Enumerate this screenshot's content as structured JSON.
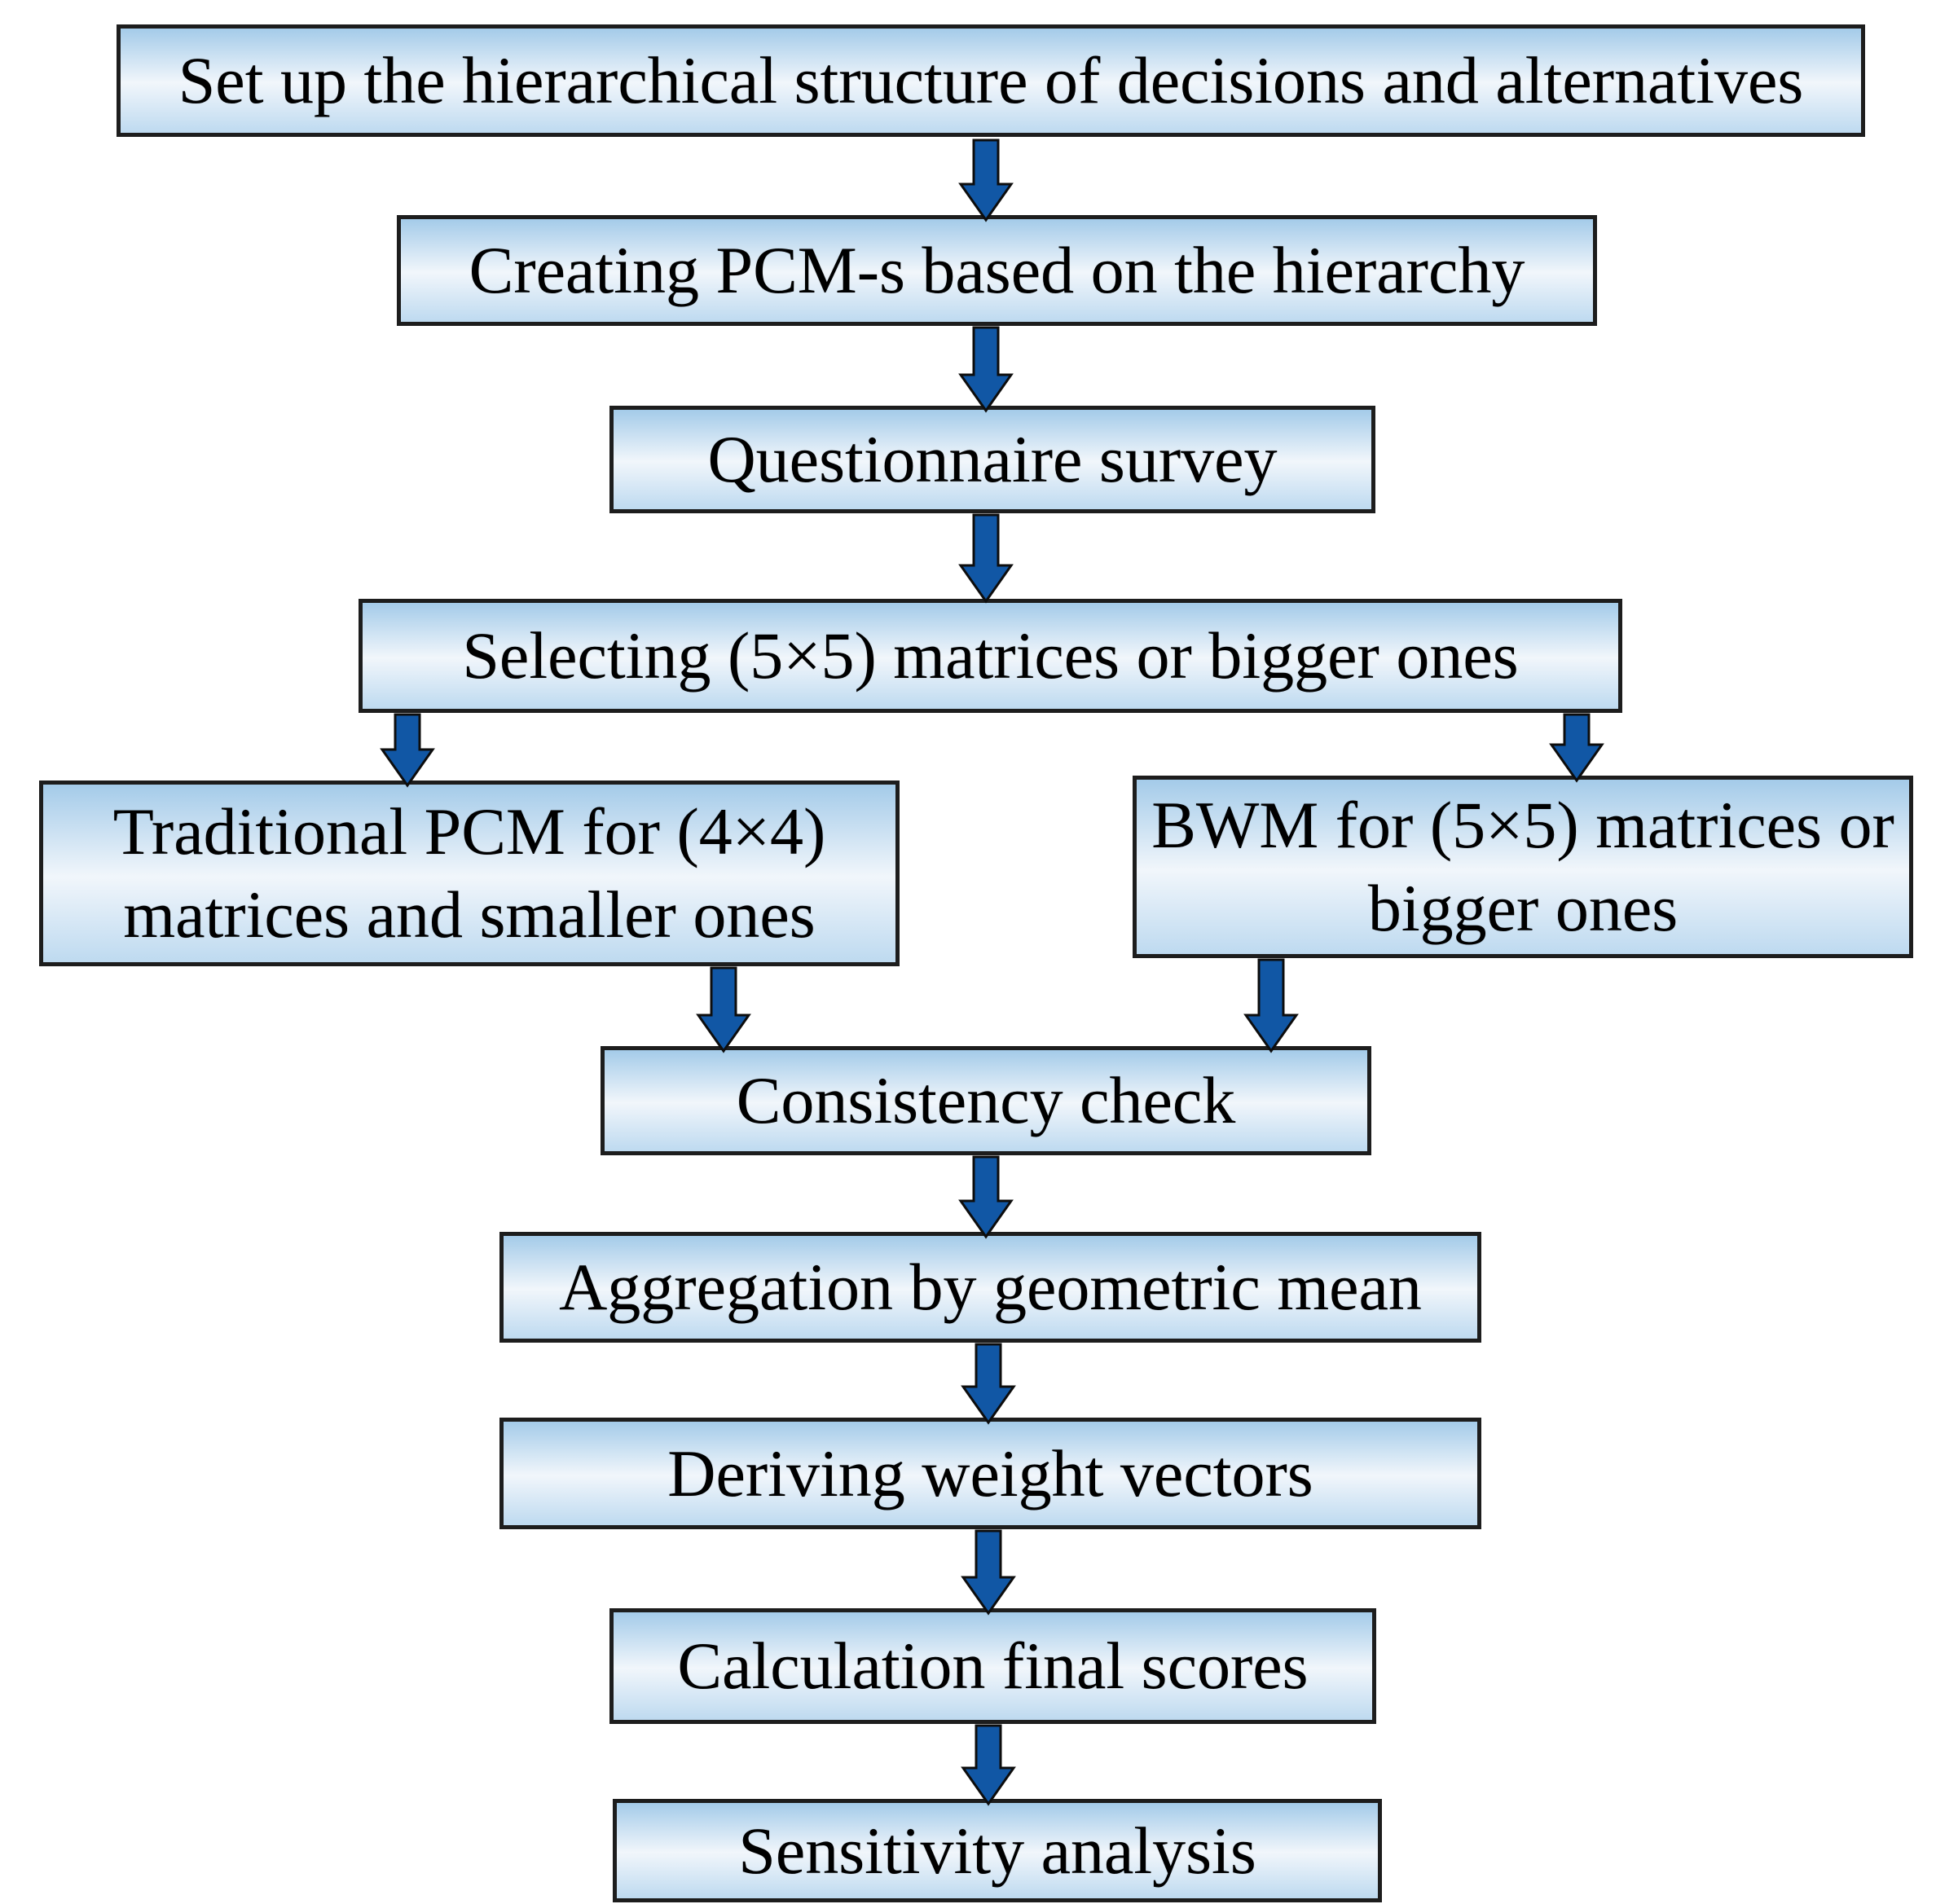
{
  "diagram": {
    "type": "flowchart",
    "nodes": [
      {
        "id": "setup",
        "label": "Set up the hierarchical structure of decisions and alternatives"
      },
      {
        "id": "create-pcm",
        "label": "Creating PCM-s based on the hierarchy"
      },
      {
        "id": "survey",
        "label": "Questionnaire survey"
      },
      {
        "id": "select",
        "label": "Selecting (5×5) matrices or bigger ones"
      },
      {
        "id": "traditional-pcm",
        "label": "Traditional PCM for (4×4) matrices and smaller ones"
      },
      {
        "id": "bwm",
        "label": "BWM for (5×5) matrices or bigger ones"
      },
      {
        "id": "consistency",
        "label": "Consistency check"
      },
      {
        "id": "aggregation",
        "label": "Aggregation by geometric mean"
      },
      {
        "id": "weights",
        "label": "Deriving weight vectors"
      },
      {
        "id": "final-scores",
        "label": "Calculation final scores"
      },
      {
        "id": "sensitivity",
        "label": "Sensitivity analysis"
      }
    ],
    "edges": [
      {
        "from": "setup",
        "to": "create-pcm"
      },
      {
        "from": "create-pcm",
        "to": "survey"
      },
      {
        "from": "survey",
        "to": "select"
      },
      {
        "from": "select",
        "to": "traditional-pcm"
      },
      {
        "from": "select",
        "to": "bwm"
      },
      {
        "from": "traditional-pcm",
        "to": "consistency"
      },
      {
        "from": "bwm",
        "to": "consistency"
      },
      {
        "from": "consistency",
        "to": "aggregation"
      },
      {
        "from": "aggregation",
        "to": "weights"
      },
      {
        "from": "weights",
        "to": "final-scores"
      },
      {
        "from": "final-scores",
        "to": "sensitivity"
      }
    ],
    "colors": {
      "box_fill_top": "#a4cbe9",
      "box_fill_mid": "#f1f6fb",
      "box_fill_bottom": "#bedaf0",
      "box_border": "#1d1d1d",
      "arrow_fill": "#1157a5",
      "arrow_outline": "#0d0d0d",
      "text": "#000000",
      "background": "#ffffff"
    }
  }
}
